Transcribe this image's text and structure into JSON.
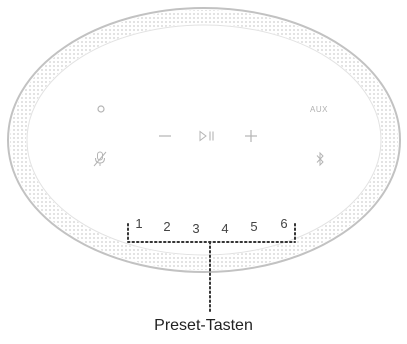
{
  "controls": {
    "aux_label": "AUX",
    "power_icon": "power-icon",
    "mic_off_icon": "microphone-off-icon",
    "volume_down_icon": "minus-icon",
    "play_pause_icon": "play-pause-icon",
    "volume_up_icon": "plus-icon",
    "bluetooth_icon": "bluetooth-icon"
  },
  "presets": [
    "1",
    "2",
    "3",
    "4",
    "5",
    "6"
  ],
  "callout": {
    "label": "Preset-Tasten"
  },
  "colors": {
    "body_outline": "#bdbdbd",
    "grille_dots": "#cfcfcf",
    "icon": "#b4b4b4",
    "text": "#222222",
    "callout_dots": "#333333"
  }
}
